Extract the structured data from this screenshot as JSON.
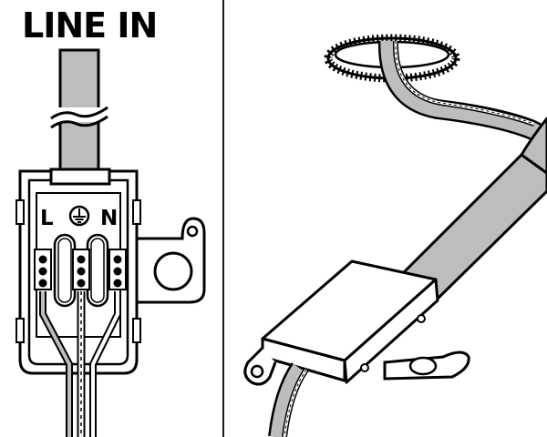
{
  "title": "LINE IN",
  "terminal_labels": {
    "live": "L",
    "neutral": "N"
  },
  "colors": {
    "line": "#000000",
    "cable_gray": "#bdbdbd",
    "background": "#ffffff"
  },
  "icons": {
    "earth": "earth-ground-icon"
  }
}
